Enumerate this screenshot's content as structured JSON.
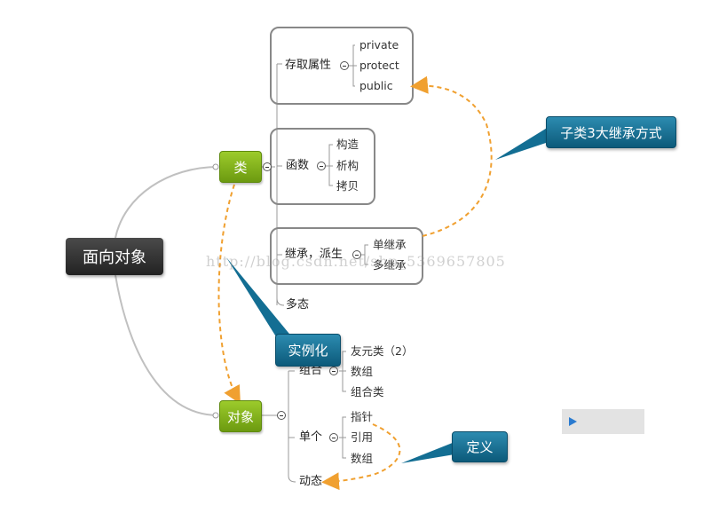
{
  "root": {
    "label": "面向对象"
  },
  "class_node": {
    "label": "类",
    "children": {
      "access": {
        "label": "存取属性",
        "items": [
          "private",
          "protect",
          "public"
        ]
      },
      "functions": {
        "label": "函数",
        "items": [
          "构造",
          "析构",
          "拷贝"
        ]
      },
      "inherit": {
        "label": "继承，派生",
        "items": [
          "单继承",
          "多继承"
        ]
      },
      "poly": {
        "label": "多态"
      }
    }
  },
  "object_node": {
    "label": "对象",
    "children": {
      "combo": {
        "label": "组合",
        "items": [
          "友元类（2）",
          "数组",
          "组合类"
        ]
      },
      "single": {
        "label": "单个",
        "items": [
          "指针",
          "引用",
          "数组"
        ]
      },
      "dynamic": {
        "label": "动态"
      }
    }
  },
  "callouts": {
    "inherit_ways": "子类3大继承方式",
    "instantiate": "实例化",
    "define": "定义"
  },
  "watermark": "http://blog.csdn.net/shp_5369657805",
  "colors": {
    "root": "#2e2e2e",
    "green": "#7fae1a",
    "callout": "#136e93",
    "dashed_arrow": "#f0a030",
    "connector": "#bbbbbb"
  }
}
